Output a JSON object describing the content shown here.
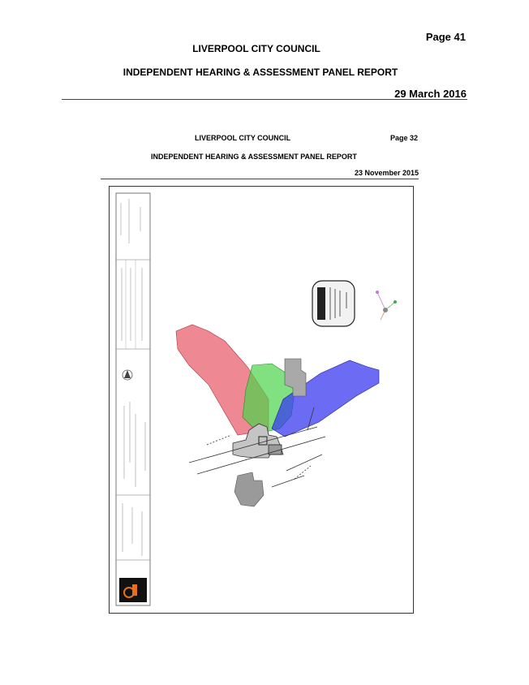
{
  "header": {
    "page_number": "Page 41",
    "council": "LIVERPOOL CITY COUNCIL",
    "report_title": "INDEPENDENT HEARING & ASSESSMENT PANEL REPORT",
    "date": "29 March 2016"
  },
  "embedded_header": {
    "council": "LIVERPOOL CITY COUNCIL",
    "page_number": "Page 32",
    "report_title": "INDEPENDENT HEARING & ASSESSMENT PANEL REPORT",
    "date": "23 November 2015"
  },
  "drawing": {
    "description_icons": [
      "compass-icon",
      "logo-icon",
      "north-arrow-icon"
    ],
    "colors": {
      "red_shadow": "#e8606e",
      "green_shadow": "#4cd44c",
      "blue_shadow": "#3a3af0",
      "building": "#a9a9a9",
      "logo_orange": "#e8701a"
    }
  }
}
